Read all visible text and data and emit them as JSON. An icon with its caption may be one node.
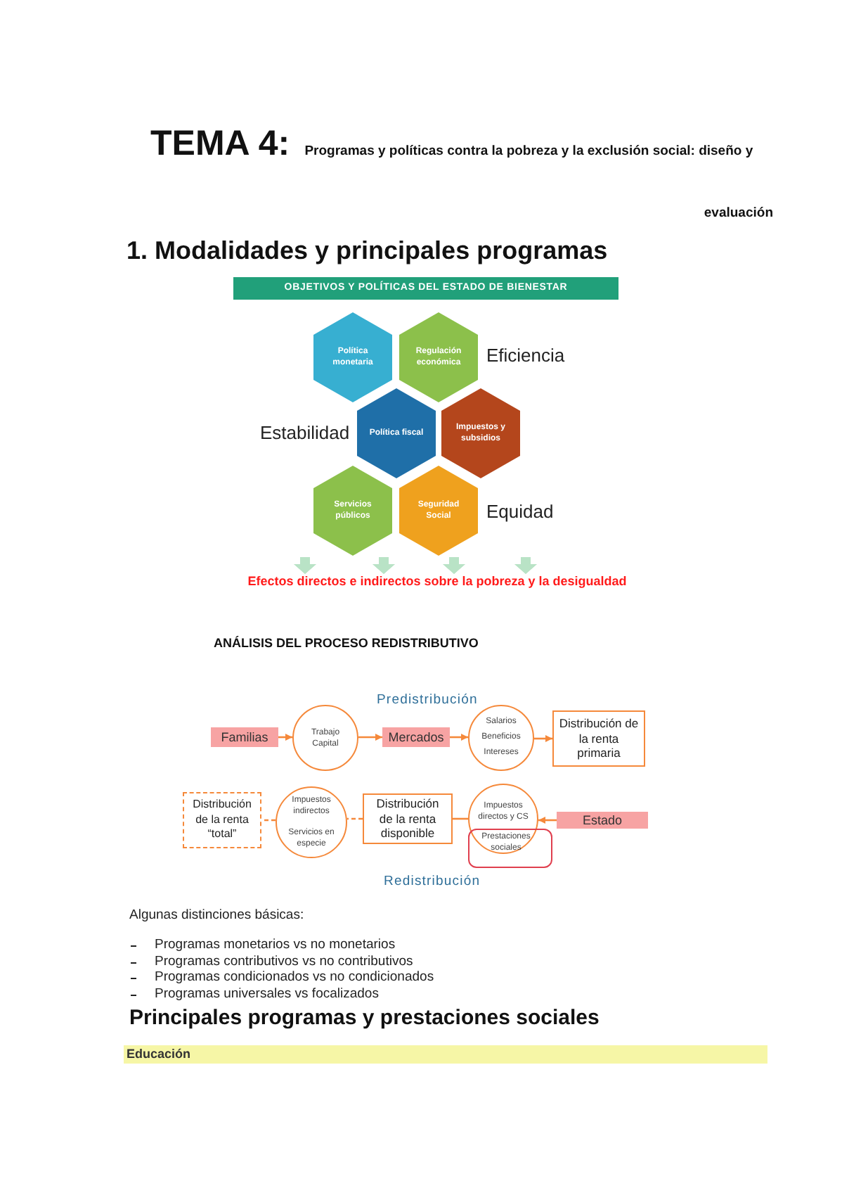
{
  "diagram": {
    "title": "**TEMA 4:** Programas y políticas contra la pobreza y la exclusión social: diseño y evaluación",
    "nodes": [
      {
        "text": [
          "OBJETIVOS Y POLÍTICAS DEL ESTADO DE BIENESTAR"
        ]
      },
      {
        "text": [
          "Política monetaria"
        ]
      },
      {
        "text": [
          "Regulación económica"
        ]
      },
      {
        "text": [
          "Política fiscal"
        ]
      },
      {
        "text": [
          "Impuestos y subsidios"
        ]
      },
      {
        "text": [
          "Servicios públicos"
        ]
      },
      {
        "text": [
          "Seguridad Social"
        ]
      },
      {
        "text": [
          "Efectos directos e indirectos sobre la pobreza y la desigualdad"
        ]
      },
      {
        "text": [
          "Familias"
        ]
      },
      {
        "text": [
          "Trabajo Capital"
        ]
      },
      {
        "text": [
          "Mercados"
        ]
      },
      {
        "text": [
          "Salarios Beneficios Intereses"
        ]
      },
      {
        "text": [
          "Distribución de la renta primaria"
        ]
      },
      {
        "text": [
          "Distribución de la renta “total”"
        ]
      },
      {
        "text": [
          "Impuestos indirectos",
          "Servicios en especie"
        ]
      },
      {
        "text": [
          "Distribución de la renta disponible"
        ]
      },
      {
        "text": [
          "Impuestos directos y CS"
        ]
      },
      {
        "text": [
          "Prestaciones sociales"
        ]
      },
      {
        "text": [
          "Estado"
        ]
      },
      {
        "text": [
          "Educación"
        ]
      }
    ],
    "edges": [
      {
        "from": null,
        "to": 7,
        "arrow": "to",
        "style": "thick",
        "color": "#b9e3c6"
      },
      {
        "from": null,
        "to": 7,
        "arrow": "to",
        "style": "thick",
        "color": "#b9e3c6"
      },
      {
        "from": null,
        "to": 7,
        "arrow": "to",
        "style": "thick",
        "color": "#b9e3c6"
      },
      {
        "from": null,
        "to": 7,
        "arrow": "to",
        "style": "thick",
        "color": "#b9e3c6"
      },
      {
        "from": 8,
        "to": 9,
        "arrow": "to"
      },
      {
        "from": 9,
        "to": 10,
        "arrow": "to"
      },
      {
        "from": 10,
        "to": 11,
        "arrow": "to"
      },
      {
        "from": 11,
        "to": 12,
        "arrow": "to"
      },
      {
        "from": 18,
        "to": 16,
        "arrow": "to"
      },
      {
        "from": 16,
        "to": 15,
        "arrow": "none"
      },
      {
        "from": 15,
        "to": 14,
        "arrow": "none",
        "style": "dashed"
      },
      {
        "from": 14,
        "to": 13,
        "arrow": "none",
        "style": "dashed"
      }
    ],
    "labels": [
      "1. Modalidades y principales programas",
      "Eficiencia",
      "Estabilidad",
      "Equidad",
      "ANÁLISIS DEL PROCESO REDISTRIBUTIVO",
      "Predistribución",
      "Redistribución",
      "Algunas distinciones básicas:",
      "Programas monetarios vs no monetarios",
      "Programas contributivos vs no contributivos",
      "Programas condicionados vs no condicionados",
      "Programas universales vs focalizados",
      "Principales programas y prestaciones sociales"
    ]
  }
}
